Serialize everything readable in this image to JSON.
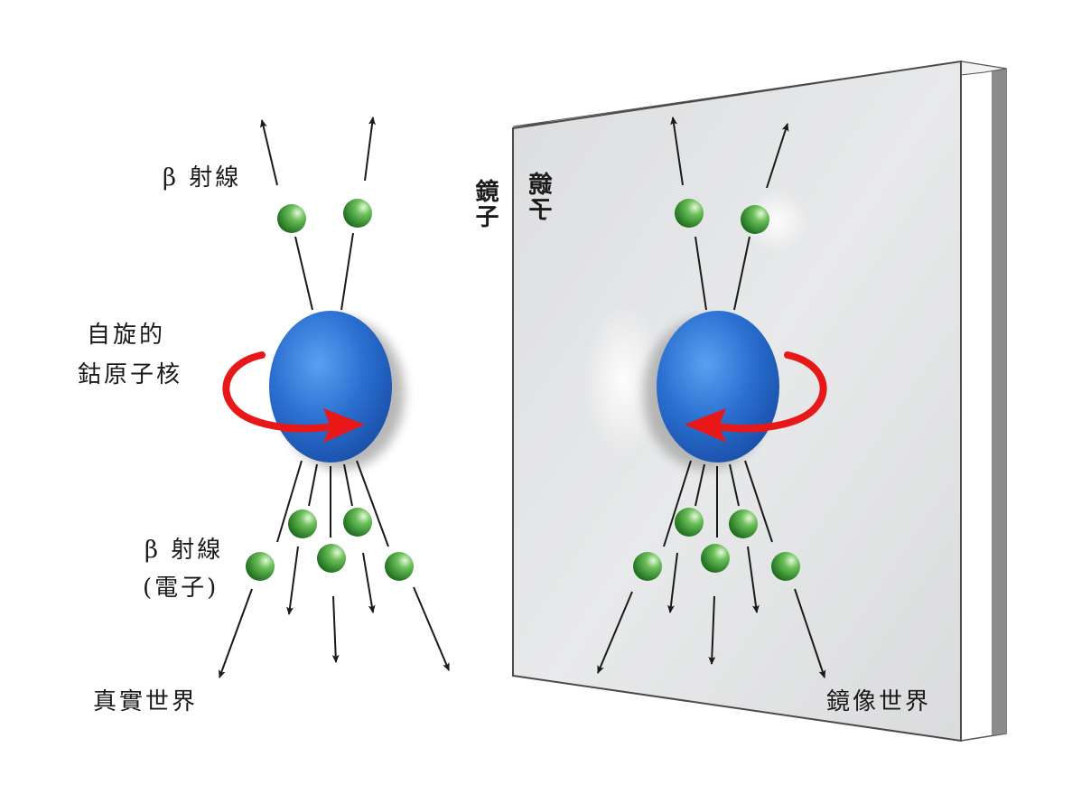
{
  "labels": {
    "beta_rays_top": "β 射線",
    "spinning_nucleus_line1": "自旋的",
    "spinning_nucleus_line2": "鈷原子核",
    "beta_rays_bottom_line1": "β 射線",
    "beta_rays_bottom_line2": "(電子)",
    "real_world": "真實世界",
    "mirror_label": "鏡子",
    "mirror_label_reflection": "鏡子",
    "mirror_world": "鏡像世界"
  },
  "colors": {
    "nucleus": "#2a6fd0",
    "electron": "#2e8b2e",
    "spin_arrow": "#e81818",
    "mirror_face": "#e4e5e6",
    "mirror_edge": "#8e8e8e"
  }
}
